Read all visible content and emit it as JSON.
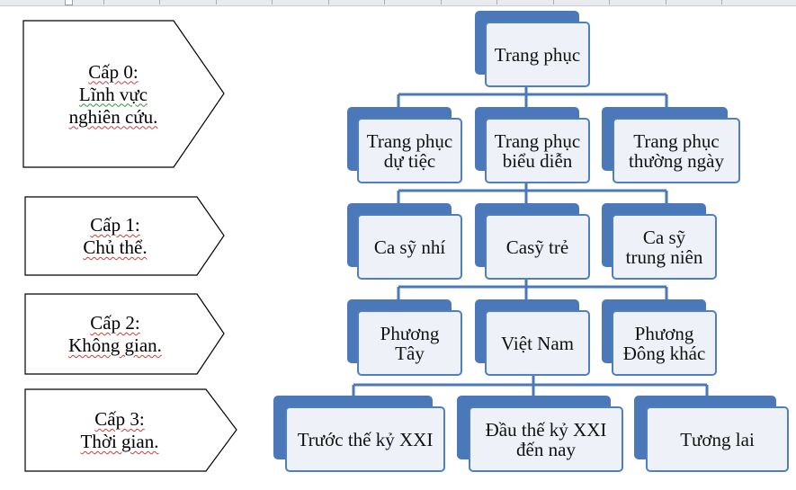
{
  "levels": [
    {
      "lines": [
        "Cấp 0:",
        "Lĩnh vực",
        "nghiên cứu."
      ]
    },
    {
      "lines": [
        "Cấp 1:",
        "Chủ thể."
      ]
    },
    {
      "lines": [
        "Cấp 2:",
        "Không gian."
      ]
    },
    {
      "lines": [
        "Cấp 3:",
        "Thời gian."
      ]
    }
  ],
  "tree": {
    "root": [
      "Trang phục"
    ],
    "row1": [
      [
        "Trang phục",
        "dự tiệc"
      ],
      [
        "Trang phục",
        "biểu diễn"
      ],
      [
        "Trang phục",
        "thường ngày"
      ]
    ],
    "row2": [
      [
        "Ca sỹ nhí"
      ],
      [
        "Casỹ trẻ"
      ],
      [
        "Ca sỹ",
        "trung niên"
      ]
    ],
    "row3": [
      [
        "Phương",
        "Tây"
      ],
      [
        "Việt Nam"
      ],
      [
        "Phương",
        "Đông khác"
      ]
    ],
    "row4": [
      [
        "Trước thế kỷ XXI"
      ],
      [
        "Đầu thế kỷ XXI",
        "đến nay"
      ],
      [
        "Tương lai"
      ]
    ]
  },
  "colors": {
    "node_back": "#4a78b8",
    "node_front": "#eef2f8",
    "node_border": "#4f7fc0",
    "connector": "#4a78b8"
  }
}
